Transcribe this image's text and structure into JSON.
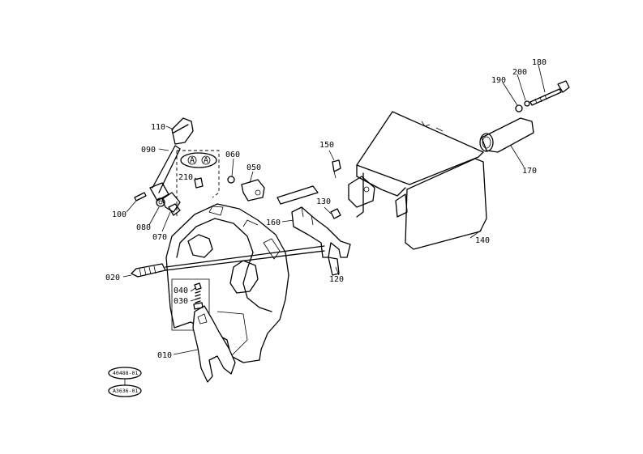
{
  "labels": {
    "p010": "010",
    "p020": "020",
    "p030": "030",
    "p040": "040",
    "p050": "050",
    "p060": "060",
    "p070": "070",
    "p080": "080",
    "p090": "090",
    "p100": "100",
    "p110": "110",
    "p120": "120",
    "p130": "130",
    "p140": "140",
    "p150": "150",
    "p160": "160",
    "p170": "170",
    "p180": "180",
    "p190": "190",
    "p200": "200",
    "p210": "210",
    "markA": "A",
    "ref1": "40488-01",
    "ref2": "A3636-01"
  }
}
